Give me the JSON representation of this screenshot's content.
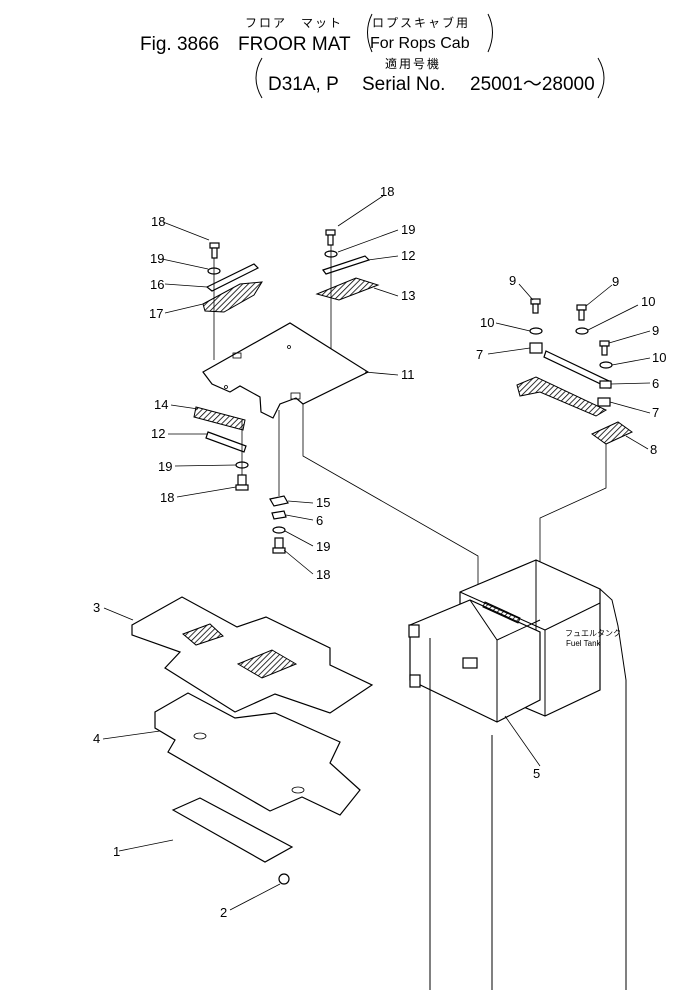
{
  "header": {
    "jp_title": "フロア　マット",
    "jp_variant": "ロプスキャブ用",
    "fig_label": "Fig. 3866",
    "en_title": "FROOR MAT",
    "en_variant": "For Rops Cab",
    "jp_applicable": "適用号機",
    "model": "D31A, P",
    "serial_label": "Serial No.",
    "serial_range": "25001～28000"
  },
  "callouts": {
    "c18a": "18",
    "c19a": "19",
    "c16": "16",
    "c17": "17",
    "c18b": "18",
    "c19b": "19",
    "c12a": "12",
    "c13": "13",
    "c11": "11",
    "c14": "14",
    "c12b": "12",
    "c19c": "19",
    "c18c": "18",
    "c15": "15",
    "c6a": "6",
    "c19d": "19",
    "c18d": "18",
    "c9a": "9",
    "c9b": "9",
    "c10a": "10",
    "c10b": "10",
    "c9c": "9",
    "c7a": "7",
    "c10c": "10",
    "c6b": "6",
    "c7b": "7",
    "c8": "8",
    "c3": "3",
    "c4": "4",
    "c5": "5",
    "c1": "1",
    "c2": "2"
  },
  "fuel_tank": {
    "jp": "フュエルタンク",
    "en": "Fuel Tank"
  }
}
